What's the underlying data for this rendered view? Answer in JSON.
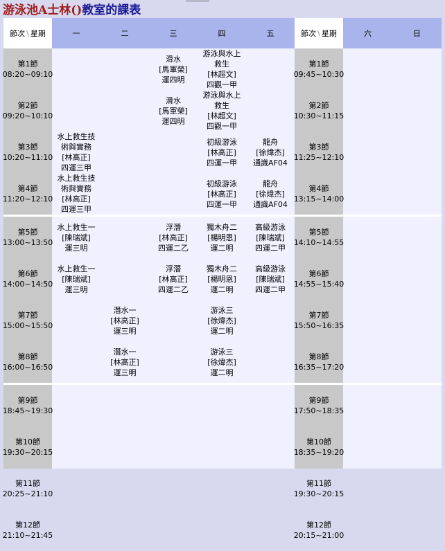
{
  "title": {
    "part1": "游泳池A士林()",
    "part2": "教室的課表"
  },
  "headers": {
    "period_left": {
      "a": "節次",
      "b": "星期"
    },
    "period_right": {
      "a": "節次",
      "b": "星期"
    },
    "days": [
      "一",
      "二",
      "三",
      "四",
      "五",
      "六",
      "日"
    ]
  },
  "periods_left": [
    {
      "name": "第1節",
      "time": "08:20~09:10"
    },
    {
      "name": "第2節",
      "time": "09:20~10:10"
    },
    {
      "name": "第3節",
      "time": "10:20~11:10"
    },
    {
      "name": "第4節",
      "time": "11:20~12:10"
    },
    {
      "name": "第5節",
      "time": "13:00~13:50"
    },
    {
      "name": "第6節",
      "time": "14:00~14:50"
    },
    {
      "name": "第7節",
      "time": "15:00~15:50"
    },
    {
      "name": "第8節",
      "time": "16:00~16:50"
    },
    {
      "name": "第9節",
      "time": "18:45~19:30"
    },
    {
      "name": "第10節",
      "time": "19:30~20:15"
    },
    {
      "name": "第11節",
      "time": "20:25~21:10"
    },
    {
      "name": "第12節",
      "time": "21:10~21:45"
    }
  ],
  "periods_right": [
    {
      "name": "第1節",
      "time": "09:45~10:30"
    },
    {
      "name": "第2節",
      "time": "10:30~11:15"
    },
    {
      "name": "第3節",
      "time": "11:25~12:10"
    },
    {
      "name": "第4節",
      "time": "13:15~14:00"
    },
    {
      "name": "第5節",
      "time": "14:10~14:55"
    },
    {
      "name": "第6節",
      "time": "14:55~15:40"
    },
    {
      "name": "第7節",
      "time": "15:50~16:35"
    },
    {
      "name": "第8節",
      "time": "16:35~17:20"
    },
    {
      "name": "第9節",
      "time": "17:50~18:35"
    },
    {
      "name": "第10節",
      "time": "18:35~19:20"
    },
    {
      "name": "第11節",
      "time": "19:30~20:15"
    },
    {
      "name": "第12節",
      "time": "20:15~21:00"
    }
  ],
  "lessons": [
    {
      "day": 2,
      "period": 1,
      "lines": [
        "滑水",
        "[馬軍榮]",
        "運四明"
      ]
    },
    {
      "day": 2,
      "period": 2,
      "lines": [
        "滑水",
        "[馬軍榮]",
        "運四明"
      ]
    },
    {
      "day": 3,
      "period": 1,
      "lines": [
        "游泳與水上",
        "救生",
        "[林超文]",
        "四觀一甲"
      ]
    },
    {
      "day": 3,
      "period": 2,
      "lines": [
        "游泳與水上",
        "救生",
        "[林超文]",
        "四觀一甲"
      ]
    },
    {
      "day": 0,
      "period": 3,
      "lines": [
        "水上救生技",
        "術與實務",
        "[林高正]",
        "四運三甲"
      ]
    },
    {
      "day": 3,
      "period": 3,
      "lines": [
        "初級游泳",
        "[林高正]",
        "四運一甲"
      ]
    },
    {
      "day": 4,
      "period": 3,
      "lines": [
        "龍舟",
        "[徐煒杰]",
        "通識AF04"
      ]
    },
    {
      "day": 0,
      "period": 4,
      "lines": [
        "水上救生技",
        "術與實務",
        "[林高正]",
        "四運三甲"
      ]
    },
    {
      "day": 3,
      "period": 4,
      "lines": [
        "初級游泳",
        "[林高正]",
        "四運一甲"
      ]
    },
    {
      "day": 4,
      "period": 4,
      "lines": [
        "龍舟",
        "[徐煒杰]",
        "通識AF04"
      ]
    },
    {
      "day": 0,
      "period": 5,
      "lines": [
        "水上救生一",
        "[陳瑞斌]",
        "運三明"
      ]
    },
    {
      "day": 2,
      "period": 5,
      "lines": [
        "浮潛",
        "[林高正]",
        "四運二乙"
      ]
    },
    {
      "day": 3,
      "period": 5,
      "lines": [
        "獨木舟二",
        "[楊明恩]",
        "運二明"
      ]
    },
    {
      "day": 4,
      "period": 5,
      "lines": [
        "高級游泳",
        "[陳瑞斌]",
        "四運二甲"
      ]
    },
    {
      "day": 0,
      "period": 6,
      "lines": [
        "水上救生一",
        "[陳瑞斌]",
        "運三明"
      ]
    },
    {
      "day": 2,
      "period": 6,
      "lines": [
        "浮潛",
        "[林高正]",
        "四運二乙"
      ]
    },
    {
      "day": 3,
      "period": 6,
      "lines": [
        "獨木舟二",
        "[楊明恩]",
        "運二明"
      ]
    },
    {
      "day": 4,
      "period": 6,
      "lines": [
        "高級游泳",
        "[陳瑞斌]",
        "四運二甲"
      ]
    },
    {
      "day": 1,
      "period": 7,
      "lines": [
        "潛水一",
        "[林高正]",
        "運三明"
      ]
    },
    {
      "day": 3,
      "period": 7,
      "lines": [
        "游泳三",
        "[徐煒杰]",
        "運二明"
      ]
    },
    {
      "day": 1,
      "period": 8,
      "lines": [
        "潛水一",
        "[林高正]",
        "運三明"
      ]
    },
    {
      "day": 3,
      "period": 8,
      "lines": [
        "游泳三",
        "[徐煒杰]",
        "運二明"
      ]
    }
  ]
}
